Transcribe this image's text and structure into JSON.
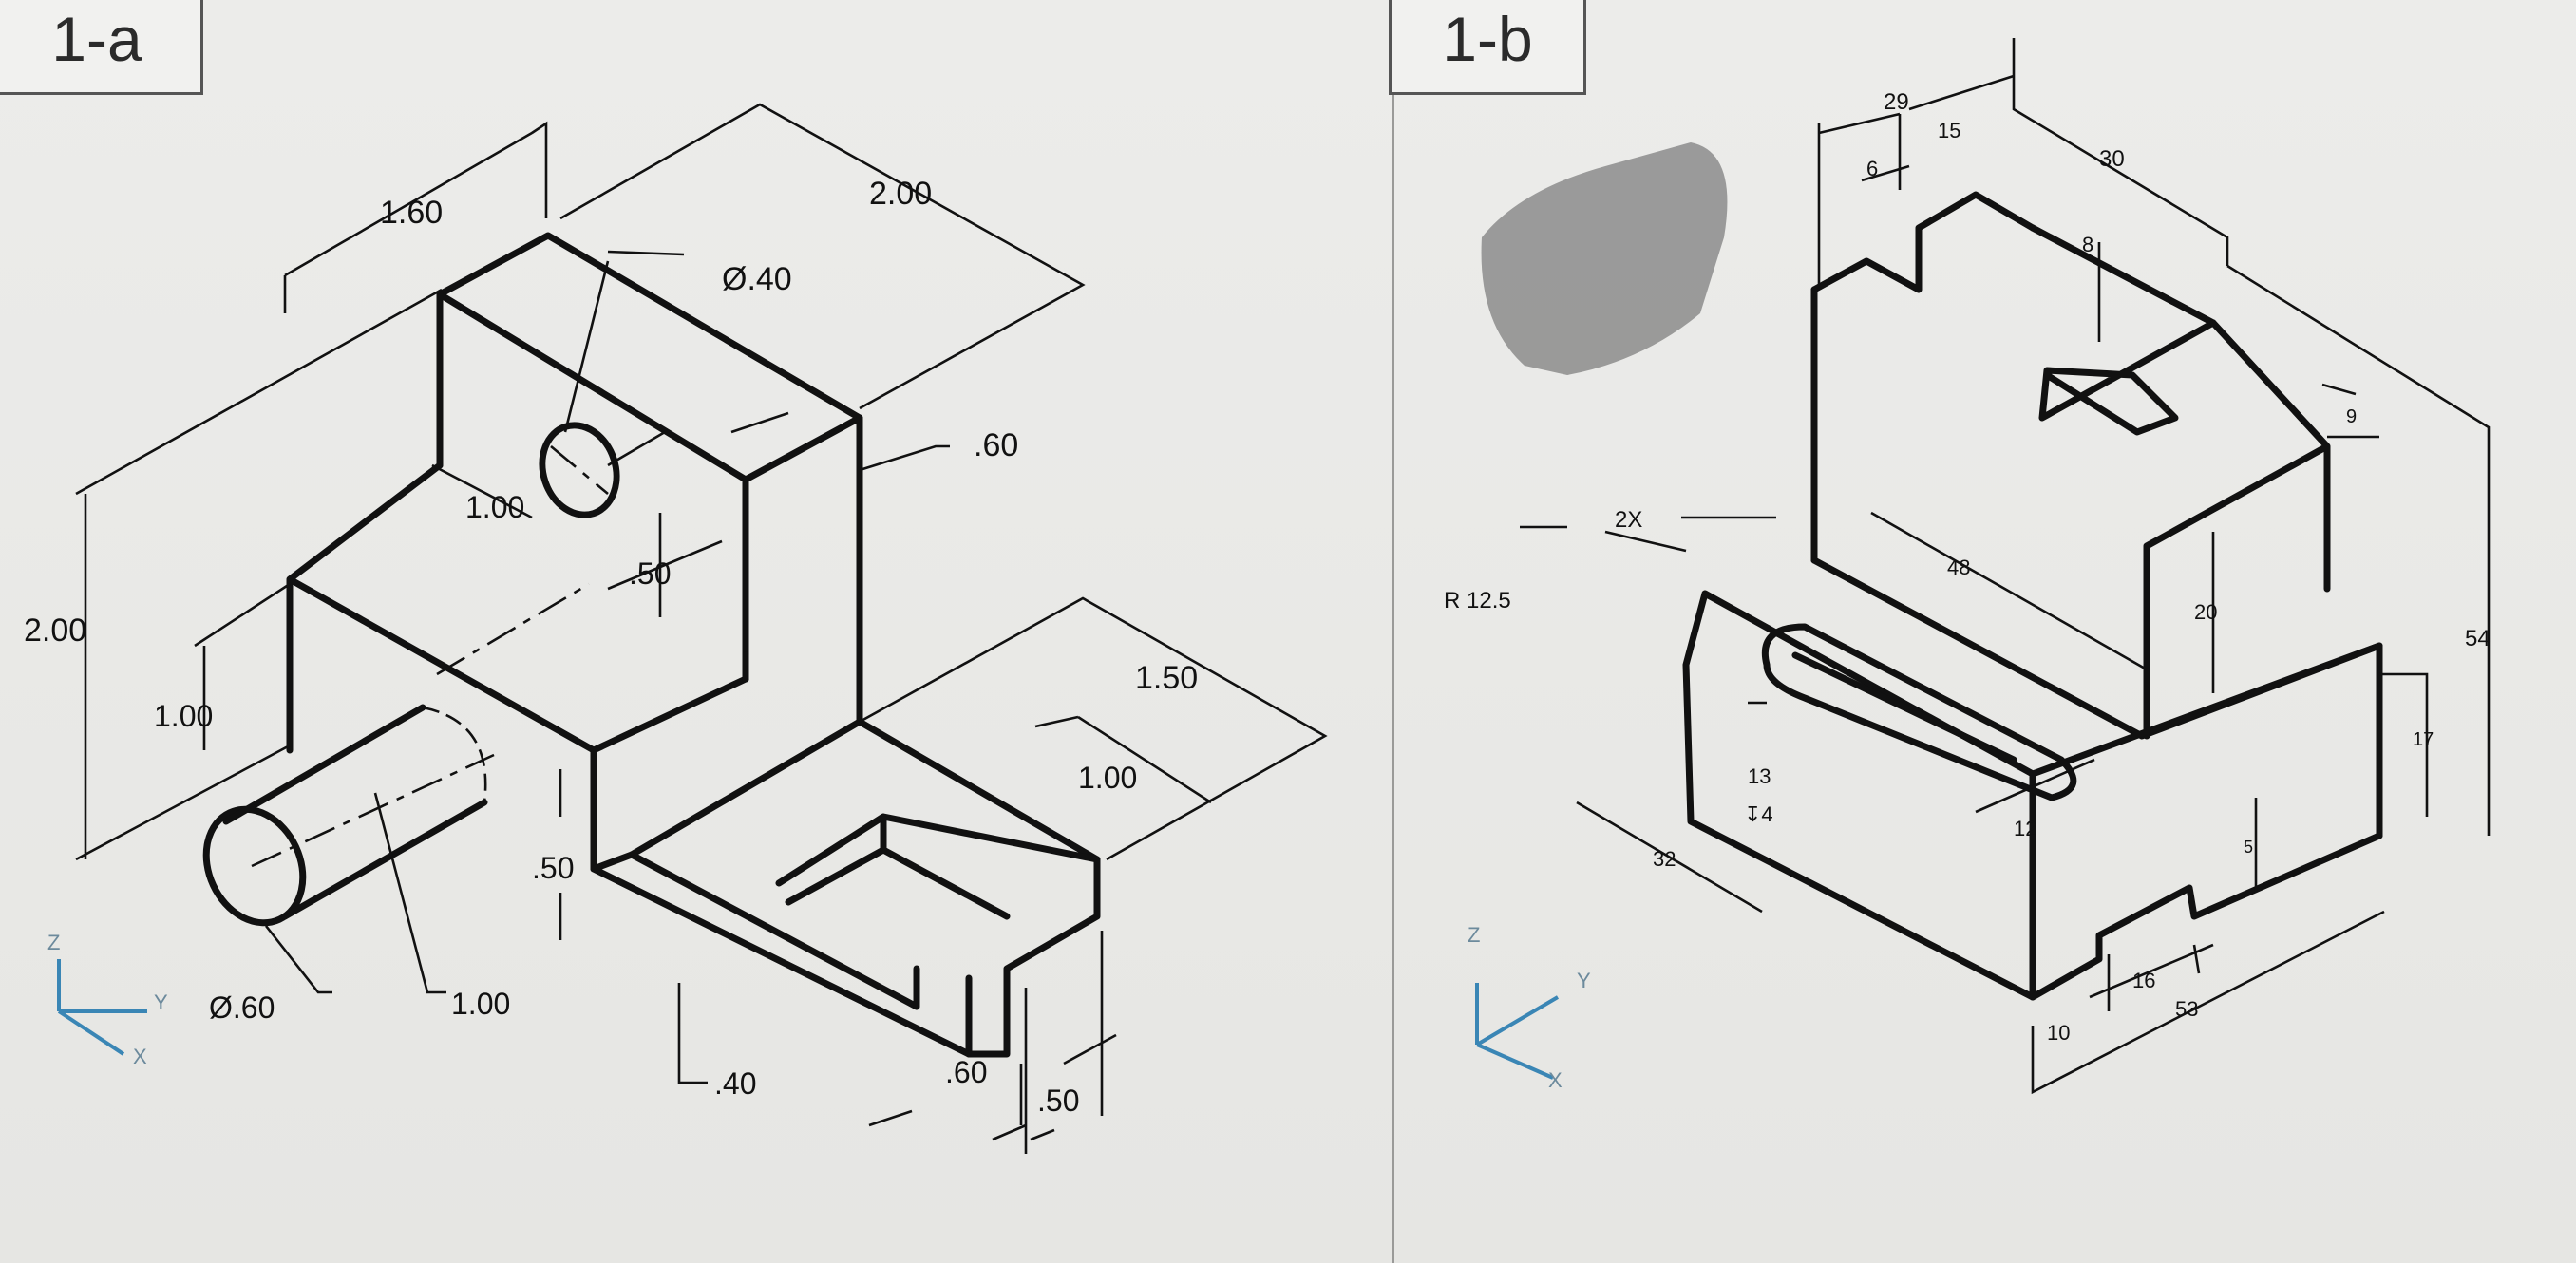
{
  "panels": {
    "a": {
      "label": "1-a"
    },
    "b": {
      "label": "1-b"
    }
  },
  "drawing_a": {
    "dims": {
      "d1": "1.60",
      "d2": "2.00",
      "d3": "Ø.40",
      "d4": ".60",
      "d5": "2.00",
      "d6": "1.00",
      "d7": ".50",
      "d8": "1.00",
      "d9": "1.50",
      "d10": "1.00",
      "d11": ".50",
      "d12": "Ø.60",
      "d13": "1.00",
      "d14": ".40",
      "d15": ".60",
      "d16": ".50"
    },
    "axes": {
      "z": "Z",
      "y": "Y",
      "x": "X"
    }
  },
  "drawing_b": {
    "dims": {
      "d1": "29",
      "d2": "15",
      "d3": "6",
      "d4": "30",
      "d5": "8",
      "d6": "9",
      "d7": "2X",
      "d8": "48",
      "d9": "R 12.5",
      "d10": "20",
      "d11": "54",
      "d12": "17",
      "d13": "13",
      "d14": "↧4",
      "d15": "12",
      "d16": "32",
      "d17": "5",
      "d18": "16",
      "d19": "53",
      "d20": "10"
    },
    "axes": {
      "z": "Z",
      "y": "Y",
      "x": "X"
    }
  }
}
